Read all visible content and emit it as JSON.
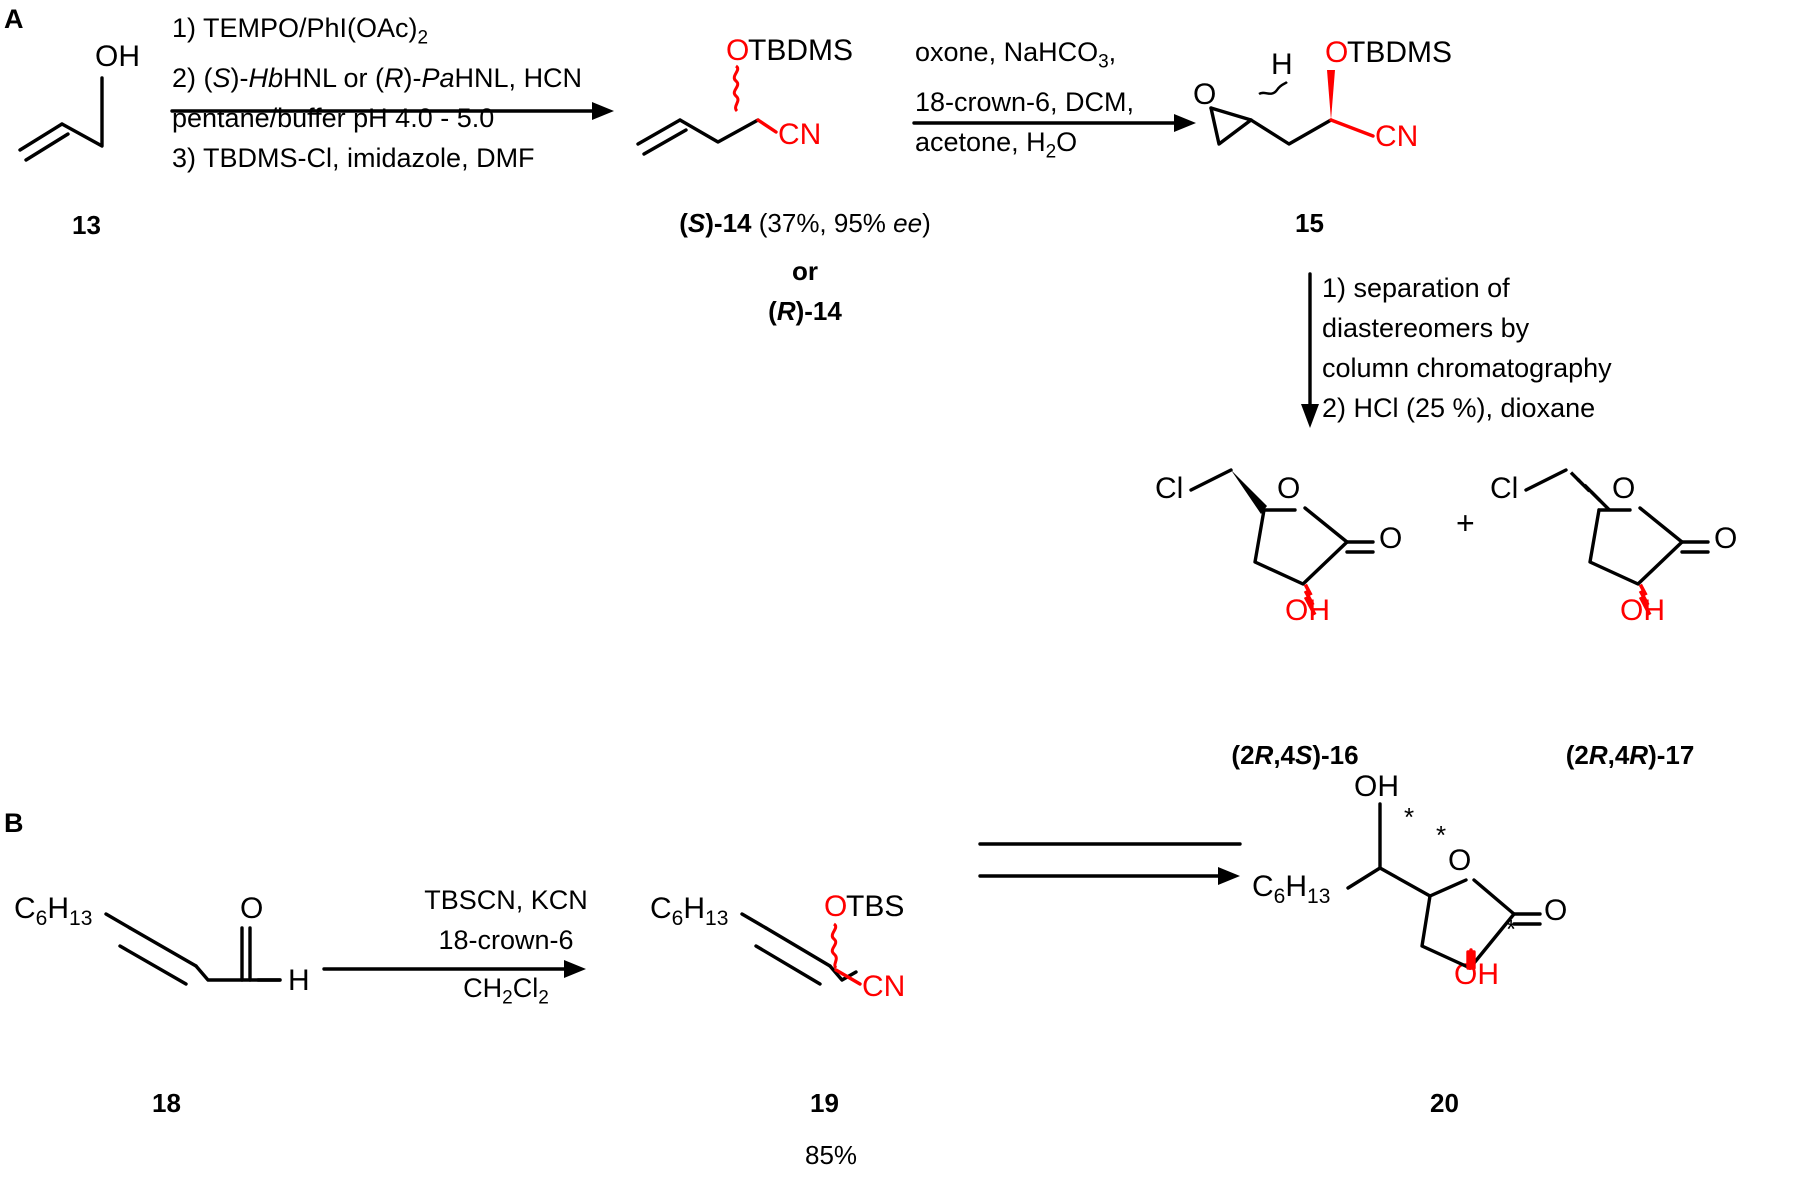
{
  "panels": {
    "a_letter": "A",
    "b_letter": "B"
  },
  "panelA": {
    "step1_conditions": [
      "1) TEMPO/PhI(OAc)2",
      "2) (S)-HbHNL or (R)-PaHNL, HCN",
      "pentane/buffer pH 4.0 - 5.0",
      "3) TBDMS-Cl, imidazole, DMF"
    ],
    "step2_conditions": [
      "oxone, NaHCO3,",
      "18-crown-6, DCM,",
      "acetone, H2O"
    ],
    "step3_conditions": [
      "1) separation of",
      "diastereomers by",
      "column chromatography",
      "2) HCl (25 %), dioxane"
    ],
    "labels": {
      "c13": "13",
      "c14_main": "-14",
      "c14_stereo": "S",
      "c14_yield": " (37%, 95% ",
      "c14_ee": "ee",
      "c14_close": ")",
      "or": "or",
      "c14b_stereo": "R",
      "c14b_main": "-14",
      "c15": "15",
      "c16": "-16",
      "c16_stereo_1": "2R",
      "c16_stereo_2": "4S",
      "c17": "-17",
      "c17_stereo_1": "2R",
      "c17_stereo_2": "4R",
      "plus": "+"
    },
    "atoms": {
      "oh": "OH",
      "o": "O",
      "otbdms_o": "O",
      "otbdms_rest": "TBDMS",
      "cn": "CN",
      "h": "H",
      "cl": "Cl"
    }
  },
  "panelB": {
    "conditions": [
      "TBSCN, KCN",
      "18-crown-6",
      "CH2Cl2"
    ],
    "labels": {
      "c18": "18",
      "c19": "19",
      "c19_yield": "85%",
      "c20": "20"
    },
    "atoms": {
      "c6h13": "C6H13",
      "o": "O",
      "h": "H",
      "otbs_o": "O",
      "otbs_rest": "TBS",
      "cn": "CN",
      "oh": "OH",
      "star": "*"
    }
  },
  "colors": {
    "accent_red": "#ff0000",
    "ink": "#000000",
    "background": "#ffffff"
  }
}
